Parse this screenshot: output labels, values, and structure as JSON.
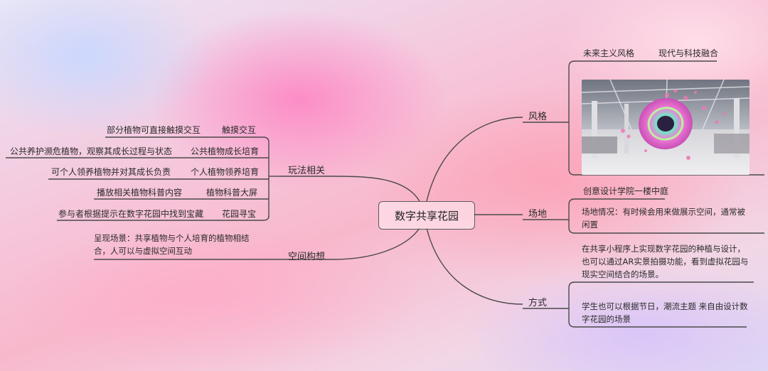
{
  "center": {
    "label": "数字共享花园"
  },
  "left": {
    "play": {
      "label": "玩法相关",
      "items": [
        {
          "desc": "部分植物可直接触摸交互",
          "name": "触摸交互"
        },
        {
          "desc": "公共养护濒危植物，观察其成长过程与状态",
          "name": "公共植物成长培育"
        },
        {
          "desc": "可个人领养植物并对其成长负责",
          "name": "个人植物领养培育"
        },
        {
          "desc": "播放相关植物科普内容",
          "name": "植物科普大屏"
        },
        {
          "desc": "参与者根据提示在数字花园中找到宝藏",
          "name": "花园寻宝"
        }
      ]
    },
    "space": {
      "label": "空间构想",
      "desc": "呈现场景：共享植物与个人培育的植物相结合，人可以与虚拟空间互动"
    }
  },
  "right": {
    "style": {
      "label": "风格",
      "tags": [
        "未来主义风格",
        "现代与科技融合"
      ]
    },
    "venue": {
      "label": "场地",
      "title": "创意设计学院一楼中庭",
      "desc": "场地情况：有时候会用来做展示空间，通常被闲置"
    },
    "method": {
      "label": "方式",
      "desc1": "在共享小程序上实现数字花园的种植与设计，也可以通过AR实景拍摄功能，看到虚拟花园与现实空间结合的场景。",
      "desc2": "学生也可以根据节日，潮流主题 来自由设计数字花园的场景"
    }
  }
}
